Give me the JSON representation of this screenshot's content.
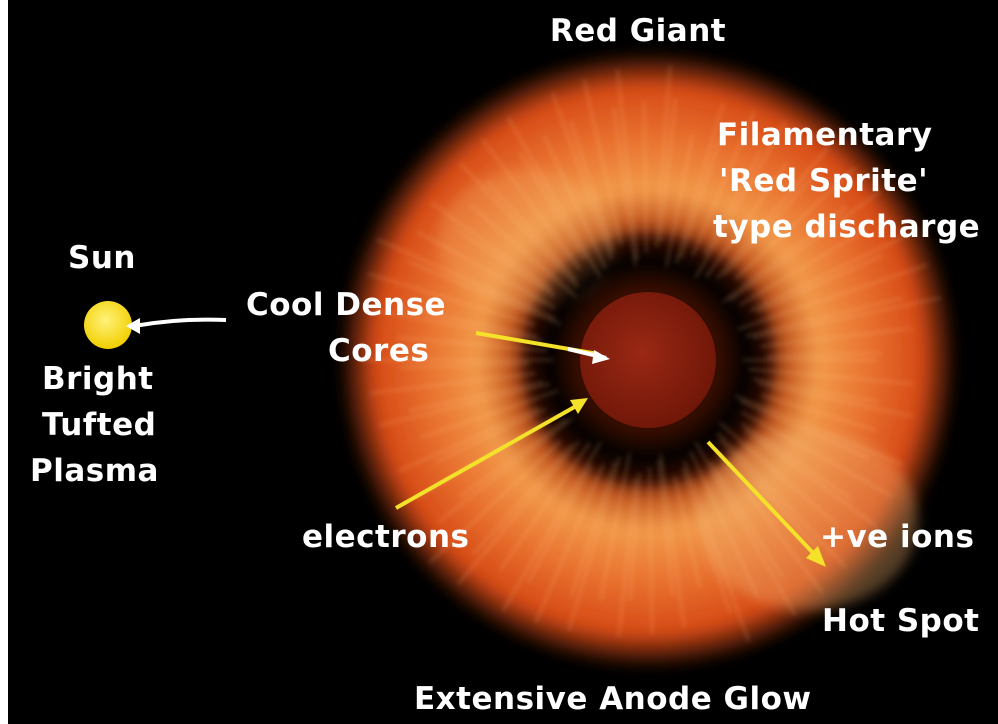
{
  "labels": {
    "red_giant": "Red Giant",
    "filamentary": [
      "Filamentary",
      "'Red Sprite'",
      "type discharge"
    ],
    "sun": "Sun",
    "bright_tufted": [
      "Bright",
      "Tufted",
      "Plasma"
    ],
    "cool_dense": [
      "Cool Dense",
      "Cores"
    ],
    "electrons": "electrons",
    "ions": "+ve ions",
    "hot_spot": "Hot Spot",
    "anode_glow": "Extensive Anode Glow"
  },
  "colors": {
    "background": "#000000",
    "text": "#ffffff",
    "sun": "#ffe21a",
    "arrow_yellow": "#f4e12a",
    "arrow_white": "#ffffff",
    "glow_outer": "#e8531a",
    "glow_inner": "#f0a04a",
    "core": "#8a1e0e"
  }
}
